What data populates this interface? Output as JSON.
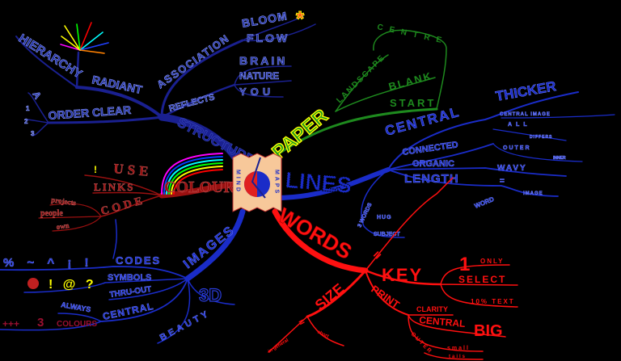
{
  "colors": {
    "background": "#000000",
    "structure": "#1a2090",
    "lines": "#1a2cc8",
    "paper": "#1e8a1e",
    "words": "#ff1010",
    "colour": "#9a1010",
    "images": "#1a2cc8"
  },
  "center": {
    "left": "MIND",
    "right": "MAPS",
    "icon": "brain-globe-icon"
  },
  "structure": {
    "main": "STRUCTURE",
    "radiant": "RADIANT",
    "hierarchy": "HIERARCHY",
    "order_clear": "ORDER CLEAR",
    "a": "A",
    "n1": "1",
    "n2": "2",
    "n3": "3",
    "association": "ASSOCIATION",
    "bloom": "BLOOM",
    "flow": "FLOW",
    "reflects": "REFLECTS",
    "brain": "BRAIN",
    "nature": "NATURE",
    "you": "YOU",
    "star": "*"
  },
  "paper": {
    "main": "PAPER",
    "landscape": "LANDSCAPE",
    "blank": "BLANK",
    "start": "START",
    "centre": "CENTRE"
  },
  "lines": {
    "main": "LINES",
    "central": "CENTRAL",
    "thicker": "THICKER",
    "connected": "CONNECTED",
    "organic": "ORGANIC",
    "length": "LENGTH",
    "central_image": "CENTRAL IMAGE",
    "all": "ALL",
    "differs": "DIFFERS",
    "outer": "OUTER",
    "inner": "INNER",
    "wavy": "WAVY",
    "equals": "=",
    "word": "WORD",
    "image": "IMAGE",
    "three_words": "3 WORDS",
    "hug": "HUG",
    "subject": "SUBJECT"
  },
  "words": {
    "main": "WORDS",
    "equals": "=",
    "key": "KEY",
    "one": "1",
    "only": "ONLY",
    "select": "SELECT",
    "ten_text": "10% TEXT",
    "print": "PRINT",
    "clarity": "CLARITY",
    "central": "CENTRAL",
    "big": "BIG",
    "outer": "OUTER",
    "small": "small",
    "tails": "tails",
    "size": "SIZE",
    "size_equals": "=",
    "in_general": "in general",
    "short": "short"
  },
  "colour": {
    "main": "COLOUR",
    "use": "USE",
    "bang": "!",
    "links": "LINKS",
    "code": "CODE",
    "projects": "projects",
    "people": "people",
    "own": "own"
  },
  "images": {
    "main": "IMAGES",
    "codes": "CODES",
    "code_symbols": "% ~ ^ ¡ !",
    "symbols": "SYMBOLS",
    "symbol_icons": "! @ ?",
    "thru_out": "THRU-OUT",
    "central": "CENTRAL",
    "always": "ALWAYS",
    "plus": "+++",
    "three": "3",
    "colours": "COLOURS",
    "beauty": "BEAUTY",
    "three_d": "3D"
  }
}
